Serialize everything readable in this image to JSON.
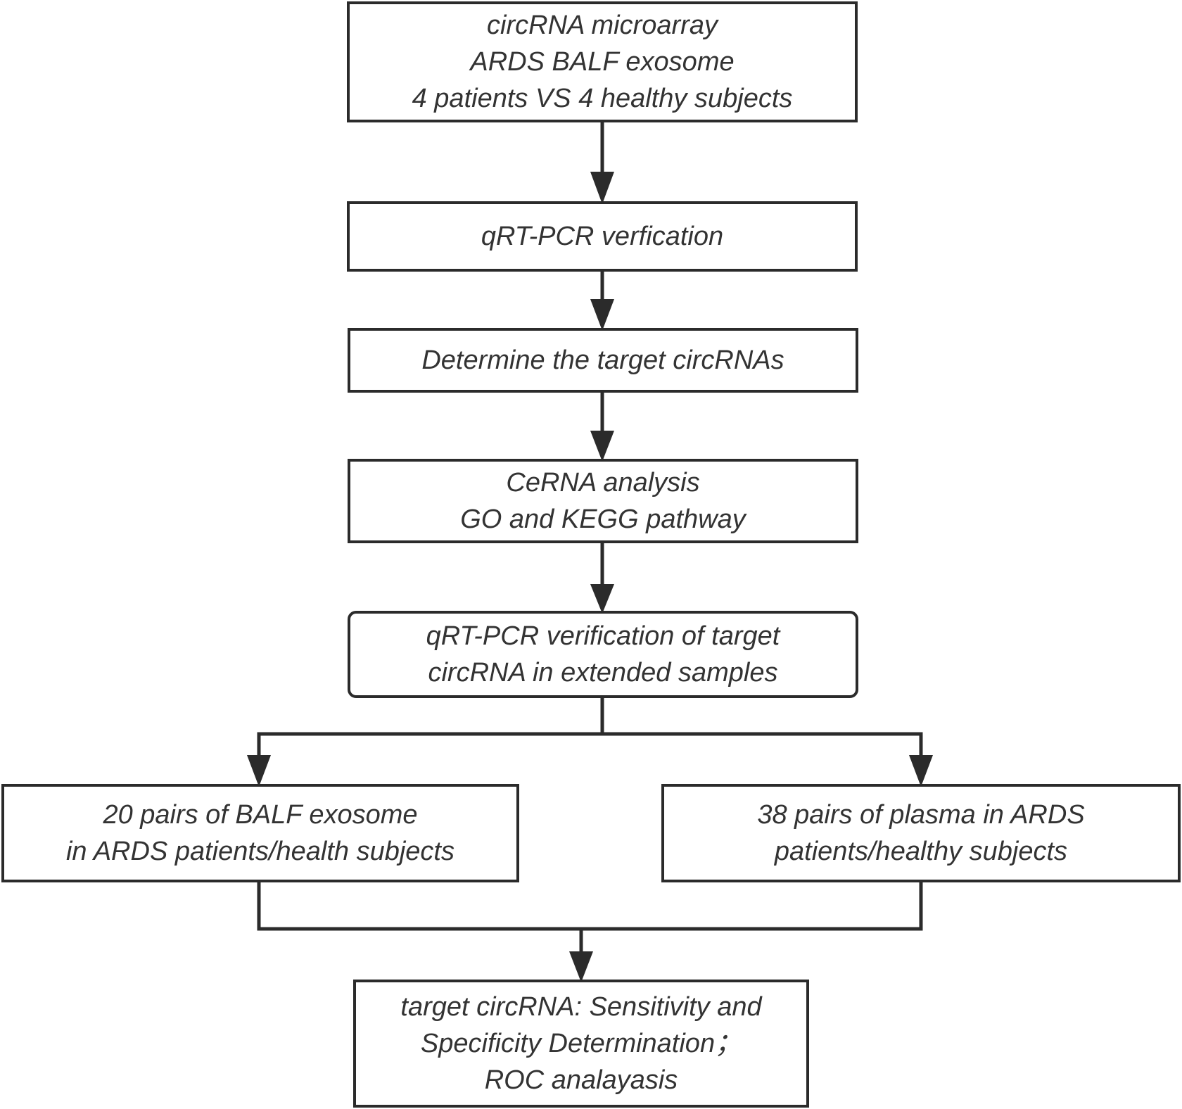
{
  "boxes": {
    "microarray": {
      "text": "circRNA microarray\nARDS BALF exosome\n4 patients VS 4 healthy subjects"
    },
    "qrtpcr": {
      "text": "qRT-PCR verfication"
    },
    "determine": {
      "text": "Determine the target circRNAs"
    },
    "cerna": {
      "text": "CeRNA analysis\nGO and KEGG pathway"
    },
    "extended": {
      "text": "qRT-PCR verification of target\ncircRNA in extended samples"
    },
    "balf_pairs": {
      "text": "20 pairs of BALF exosome\nin ARDS patients/health subjects"
    },
    "plasma_pairs": {
      "text": "38 pairs of plasma in ARDS\npatients/healthy subjects"
    },
    "roc": {
      "text": "target circRNA: Sensitivity and\nSpecificity Determination；\nROC analayasis"
    }
  },
  "colors": {
    "line": "#2b2b2b",
    "text": "#333333",
    "background": "#ffffff"
  }
}
